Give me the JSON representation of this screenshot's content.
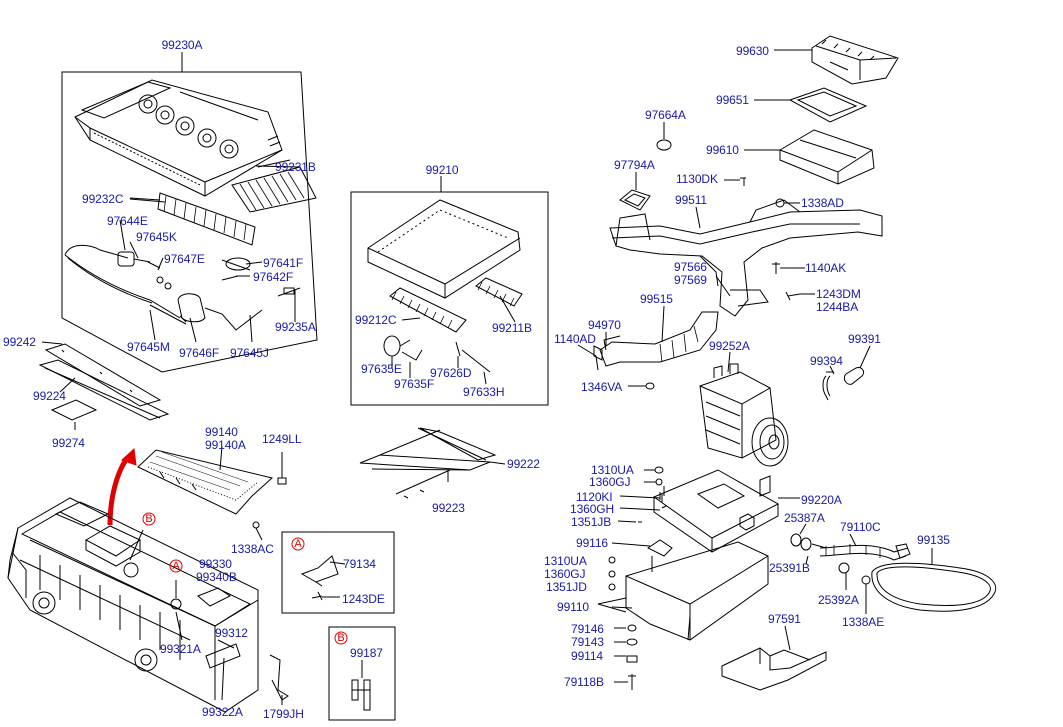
{
  "labels": {
    "p99230A": "99230A",
    "p99231B": "99231B",
    "p99232C": "99232C",
    "p97644E": "97644E",
    "p97645K": "97645K",
    "p97647E": "97647E",
    "p97641F": "97641F",
    "p97642F": "97642F",
    "p99235A": "99235A",
    "p97645M": "97645M",
    "p97646F": "97646F",
    "p97645J": "97645J",
    "p99242": "99242",
    "p99224": "99224",
    "p99274": "99274",
    "p99210": "99210",
    "p99212C": "99212C",
    "p99211B": "99211B",
    "p97635E": "97635E",
    "p97635F": "97635F",
    "p97626D": "97626D",
    "p97633H": "97633H",
    "p99140": "99140",
    "p99140A": "99140A",
    "p1249LL": "1249LL",
    "p99222": "99222",
    "p99223": "99223",
    "p1338AC": "1338AC",
    "p99330": "99330",
    "p99340B": "99340B",
    "p99312": "99312",
    "p99321A": "99321A",
    "p99322A": "99322A",
    "p1799JH": "1799JH",
    "p79134": "79134",
    "p1243DE": "1243DE",
    "p99187": "99187",
    "p99630": "99630",
    "p99651": "99651",
    "p97664A": "97664A",
    "p99610": "99610",
    "p97794A": "97794A",
    "p1130DK": "1130DK",
    "p99511": "99511",
    "p1338AD": "1338AD",
    "p97566": "97566",
    "p97569": "97569",
    "p1140AK": "1140AK",
    "p99515": "99515",
    "p1243DM": "1243DM",
    "p1244BA": "1244BA",
    "p94970": "94970",
    "p1140AD": "1140AD",
    "p99252A": "99252A",
    "p99394": "99394",
    "p99391": "99391",
    "p1346VA": "1346VA",
    "p1310UA_a": "1310UA",
    "p1360GJ_a": "1360GJ",
    "p1120KI": "1120KI",
    "p1360GH": "1360GH",
    "p1351JB": "1351JB",
    "p99220A": "99220A",
    "p25387A": "25387A",
    "p79110C": "79110C",
    "p99135": "99135",
    "p99116": "99116",
    "p25391B": "25391B",
    "p1310UA_b": "1310UA",
    "p1360GJ_b": "1360GJ",
    "p1351JD": "1351JD",
    "p25392A": "25392A",
    "p99110": "99110",
    "p1338AE": "1338AE",
    "p97591": "97591",
    "p79146": "79146",
    "p79143": "79143",
    "p99114": "99114",
    "p79118B": "79118B"
  },
  "markers": {
    "a": "A",
    "b": "B"
  },
  "colors": {
    "label": "#1a1aa6",
    "line": "#000000",
    "marker": "#e00000"
  }
}
